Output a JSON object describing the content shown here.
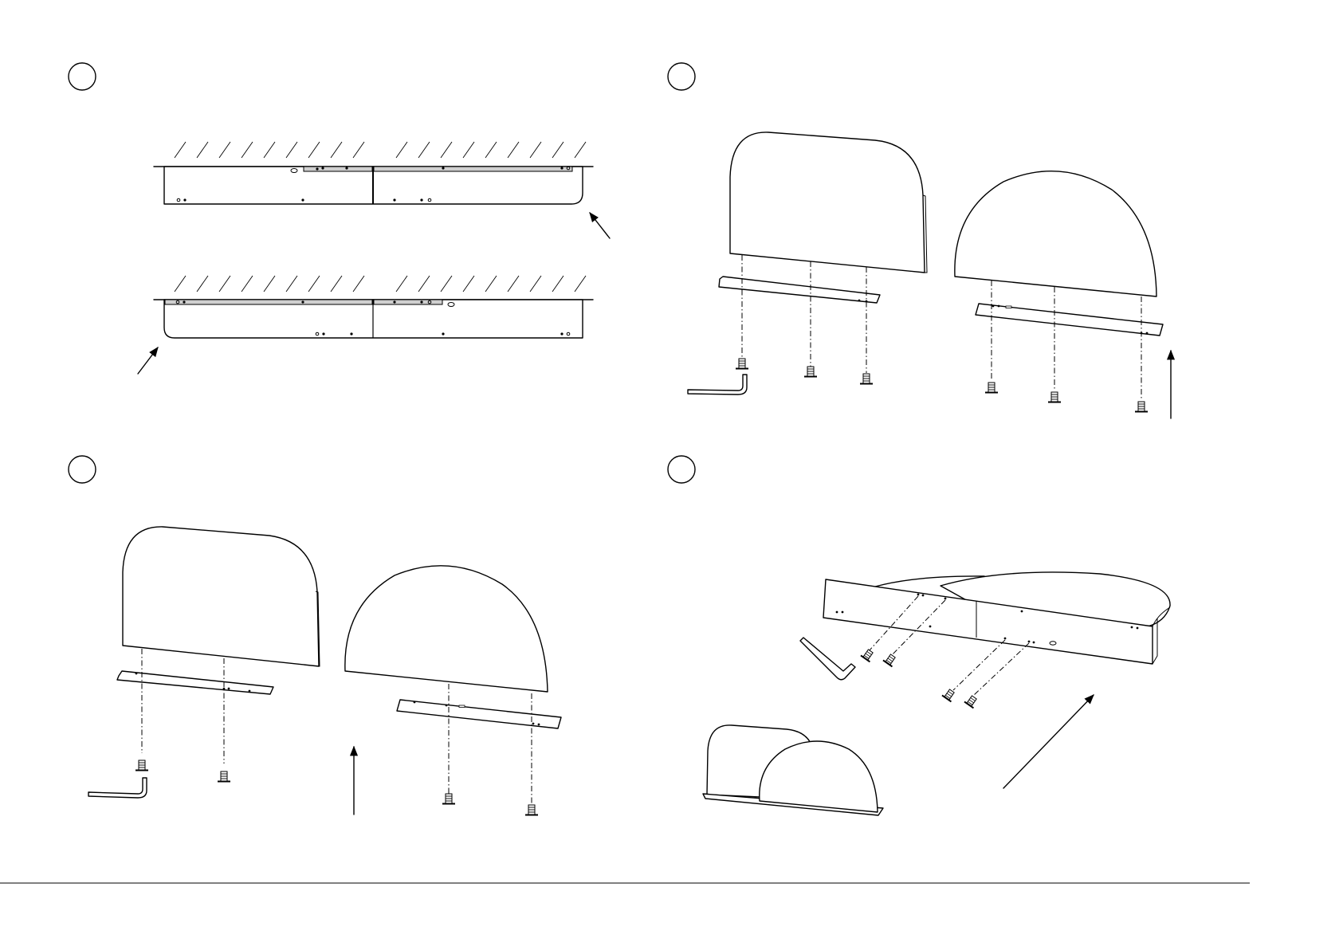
{
  "steps": [
    {
      "id": "step-1",
      "label": ""
    },
    {
      "id": "step-2",
      "label": ""
    },
    {
      "id": "step-3",
      "label": ""
    },
    {
      "id": "step-4",
      "label": ""
    }
  ],
  "icons": {
    "arrow": "arrow-icon",
    "screw": "screw-icon",
    "allen_key": "allen-key-icon",
    "wall_hatch": "wall-hatch-icon"
  },
  "colors": {
    "line": "#000000",
    "bracket_fill": "#cfcfcf",
    "background": "#ffffff"
  }
}
